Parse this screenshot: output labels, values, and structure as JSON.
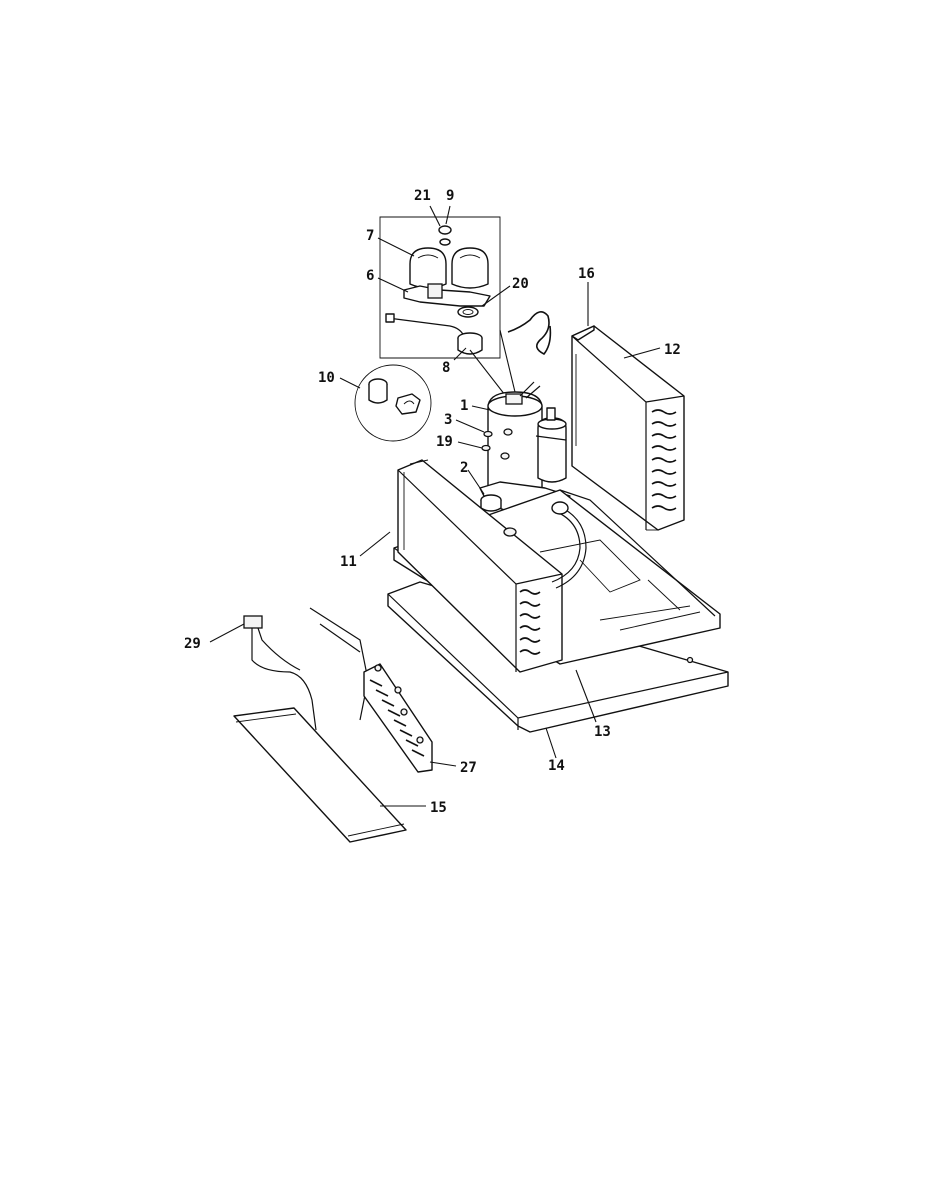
{
  "callouts": [
    {
      "id": "21",
      "text": "21"
    },
    {
      "id": "9",
      "text": "9"
    },
    {
      "id": "7",
      "text": "7"
    },
    {
      "id": "6",
      "text": "6"
    },
    {
      "id": "20",
      "text": "20"
    },
    {
      "id": "16",
      "text": "16"
    },
    {
      "id": "12",
      "text": "12"
    },
    {
      "id": "8",
      "text": "8"
    },
    {
      "id": "10",
      "text": "10"
    },
    {
      "id": "1",
      "text": "1"
    },
    {
      "id": "3",
      "text": "3"
    },
    {
      "id": "19",
      "text": "19"
    },
    {
      "id": "2",
      "text": "2"
    },
    {
      "id": "11",
      "text": "11"
    },
    {
      "id": "29",
      "text": "29"
    },
    {
      "id": "27",
      "text": "27"
    },
    {
      "id": "15",
      "text": "15"
    },
    {
      "id": "13",
      "text": "13"
    },
    {
      "id": "14",
      "text": "14"
    }
  ]
}
